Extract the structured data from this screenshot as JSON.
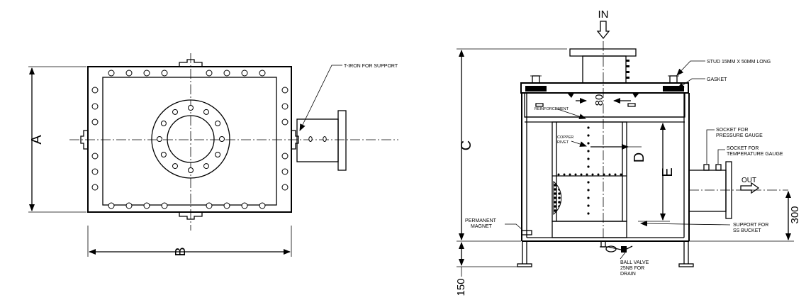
{
  "left_view": {
    "dim_a": "A",
    "dim_b": "B",
    "t_iron_label": "T-IRON FOR SUPPORT"
  },
  "right_view": {
    "inlet": "IN",
    "outlet": "OUT",
    "dim_c": "C",
    "dim_d": "D",
    "dim_e": "E",
    "dim_80": "80",
    "dim_300": "300",
    "dim_150": "150",
    "stud": "STUD 15MM X 50MM LONG",
    "gasket": "GASKET",
    "reinforcement": "REINFORCEMENT",
    "copper_rivet_1": "COPPER",
    "copper_rivet_2": "RIVET",
    "pressure_socket_1": "SOCKET FOR",
    "pressure_socket_2": "PRESSURE GAUGE",
    "temperature_socket_1": "SOCKET FOR",
    "temperature_socket_2": "TEMPERATURE GAUGE",
    "magnet_1": "PERMANENT",
    "magnet_2": "MAGNET",
    "support_1": "SUPPORT FOR",
    "support_2": "SS BUCKET",
    "valve_1": "BALL VALVE",
    "valve_2": "25NB FOR",
    "valve_3": "DRAIN"
  }
}
